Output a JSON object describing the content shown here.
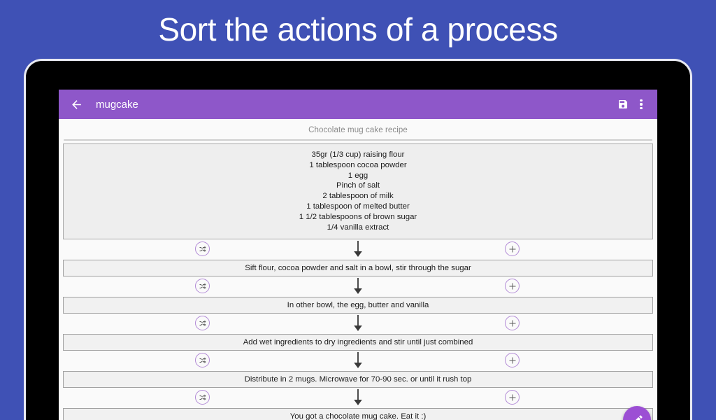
{
  "promo": {
    "headline": "Sort the actions of a process",
    "background_color": "#3f51b5",
    "text_color": "#ffffff"
  },
  "device": {
    "bezel_color": "#000000",
    "bezel_outline_color": "#e9eaf2"
  },
  "app": {
    "accent_color": "#8e57c9",
    "appbar": {
      "back_icon": "back-arrow-icon",
      "title": "mugcake",
      "save_icon": "save-floppy-disk-icon",
      "overflow_icon": "more-vertical-icon"
    },
    "screen_background": "#fafafa"
  },
  "recipe": {
    "title": "Chocolate mug cake recipe",
    "ingredients": [
      "35gr (1/3 cup) raising flour",
      "1 tablespoon cocoa powder",
      "1 egg",
      "Pinch of salt",
      "2 tablespoon of milk",
      "1 tablespoon of melted butter",
      "1 1/2 tablespoons of brown sugar",
      "1/4 vanilla extract"
    ],
    "steps": [
      "Sift flour, cocoa powder and salt in a bowl, stir through the sugar",
      "In other bowl, the egg, butter and vanilla",
      "Add wet ingredients to dry ingredients and stir until just combined",
      "Distribute in 2 mugs. Microwave for 70-90 sec. or until it rush top",
      "You got a chocolate mug cake. Eat it :)"
    ],
    "connector": {
      "shuffle_icon": "shuffle-icon",
      "add_icon": "plus-circle-icon",
      "arrow_icon": "arrow-down-icon",
      "icon_outline_color": "#b28ad6"
    }
  },
  "fab": {
    "icon": "edit-pencil-icon",
    "color": "#9c4fd4"
  }
}
